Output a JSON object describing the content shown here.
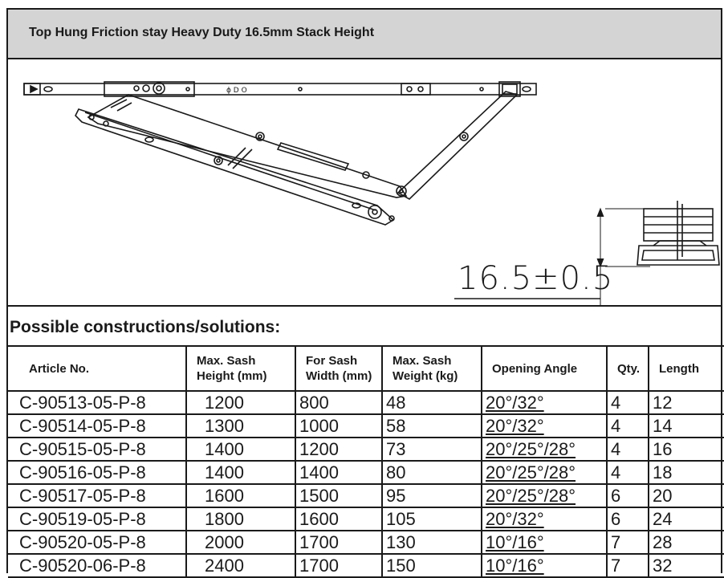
{
  "title": "Top Hung Friction stay Heavy Duty 16.5mm Stack Height",
  "dimension_label": "16.5±0.5",
  "section_heading": "Possible constructions/solutions:",
  "table": {
    "headers": [
      "Article No.",
      "Max. Sash Height (mm)",
      "For Sash Width (mm)",
      "Max. Sash Weight (kg)",
      "Opening Angle",
      "Qty.",
      "Length"
    ],
    "rows": [
      [
        "C-90513-05-P-8",
        "1200",
        "800",
        "48",
        "20°/32°",
        "4",
        "12"
      ],
      [
        "C-90514-05-P-8",
        "1300",
        "1000",
        "58",
        "20°/32°",
        "4",
        "14"
      ],
      [
        "C-90515-05-P-8",
        "1400",
        "1200",
        "73",
        "20°/25°/28°",
        "4",
        "16"
      ],
      [
        "C-90516-05-P-8",
        "1400",
        "1400",
        "80",
        "20°/25°/28°",
        "4",
        "18"
      ],
      [
        "C-90517-05-P-8",
        "1600",
        "1500",
        "95",
        "20°/25°/28°",
        "6",
        "20"
      ],
      [
        "C-90519-05-P-8",
        "1800",
        "1600",
        "105",
        "20°/32°",
        "6",
        "24"
      ],
      [
        "C-90520-05-P-8",
        "2000",
        "1700",
        "130",
        "10°/16°",
        "7",
        "28"
      ],
      [
        "C-90520-06-P-8",
        "2400",
        "1700",
        "150",
        "10°/16°",
        "7",
        "32"
      ]
    ]
  }
}
